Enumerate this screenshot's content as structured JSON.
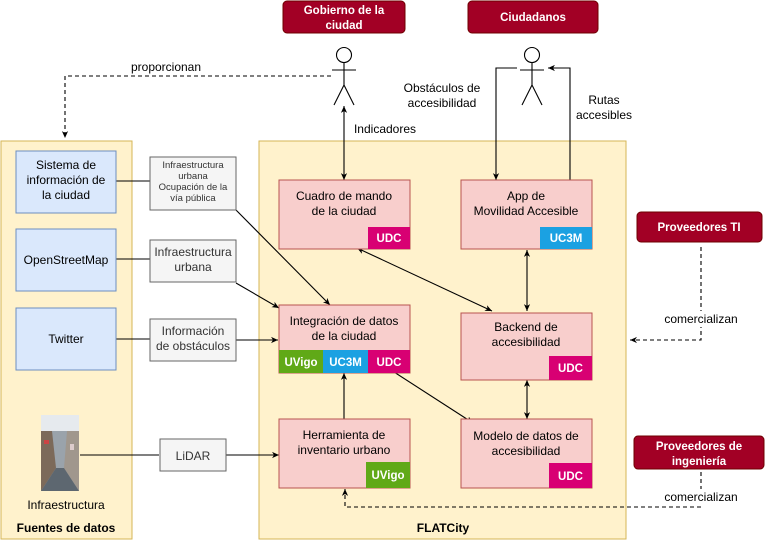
{
  "colors": {
    "panel_fill": "#fff2cc",
    "panel_stroke": "#d6b656",
    "component_fill": "#f8cecc",
    "component_stroke": "#b85450",
    "source_fill": "#dae8fc",
    "source_stroke": "#6c8ebf",
    "actor_fill": "#a20025",
    "label_fill": "#f5f5f5",
    "label_stroke": "#666666",
    "badge_udc": "#d80073",
    "badge_uc3m": "#1ba1e2",
    "badge_uvigo": "#60a917"
  },
  "actors": {
    "gobierno": "Gobierno de la ciudad",
    "ciudadanos": "Ciudadanos",
    "proveedores_ti": "Proveedores TI",
    "proveedores_ing": "Proveedores de ingeniería"
  },
  "panels": {
    "fuentes": "Fuentes de datos",
    "flatcity": "FLATCity"
  },
  "sources": {
    "sistema": "Sistema de información de la ciudad",
    "osm": "OpenStreetMap",
    "twitter": "Twitter",
    "infra": "Infraestructura"
  },
  "data_labels": {
    "sistema": "Infraestructura urbana Ocupación de la vía pública",
    "osm": "Infraestructura urbana",
    "twitter": "Información de obstáculos",
    "lidar": "LiDAR"
  },
  "components": {
    "cuadro": "Cuadro de mando de la ciudad",
    "app": "App de Movilidad Accesible",
    "integracion": "Integración de datos de la ciudad",
    "backend": "Backend de accesibilidad",
    "herramienta": "Herramienta de inventario urbano",
    "modelo": "Modelo de datos de accesibilidad"
  },
  "badges": {
    "udc": "UDC",
    "uc3m": "UC3M",
    "uvigo": "UVigo"
  },
  "edge_labels": {
    "proporcionan": "proporcionan",
    "indicadores": "Indicadores",
    "obstaculos": "Obstáculos de accesibilidad",
    "rutas": "Rutas accesibles",
    "comercializan_ti": "comercializan",
    "comercializan_ing": "comercializan"
  }
}
